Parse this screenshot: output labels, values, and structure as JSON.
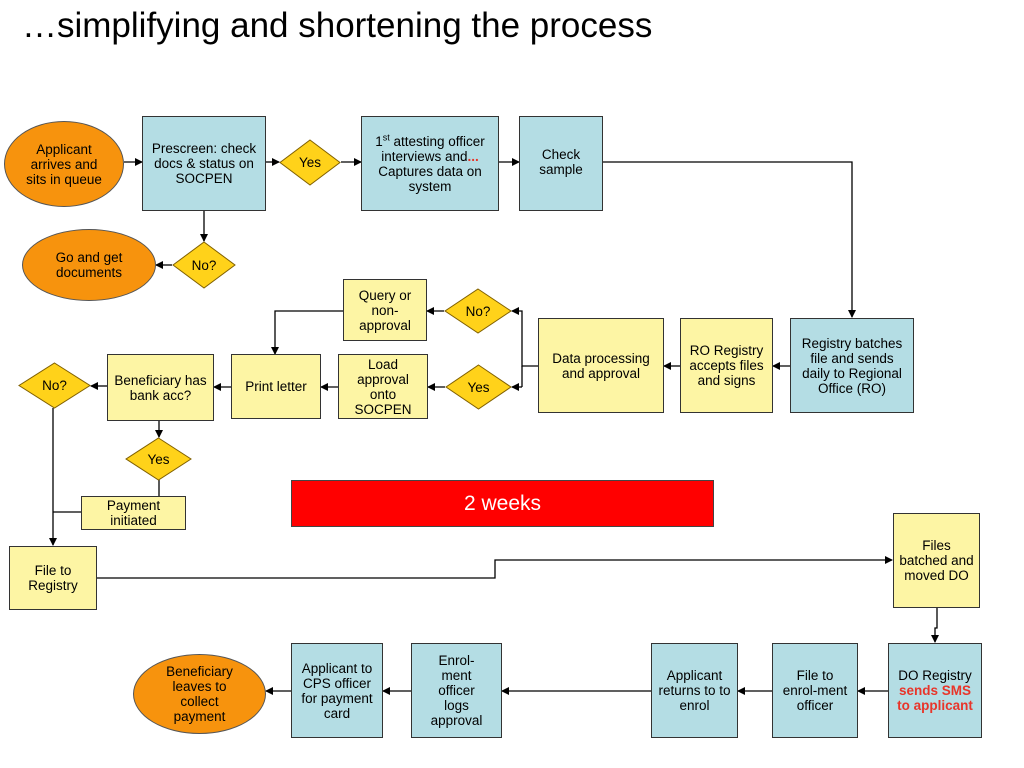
{
  "title": "…simplifying and shortening the process",
  "nodes": {
    "applicant_arrives": "Applicant arrives and sits in queue",
    "prescreen": "Prescreen: check docs & status on SOCPEN",
    "yes_1": "Yes",
    "first_attesting_sup": "st",
    "first_attesting_num": "1",
    "first_attesting_a": " attesting officer interviews and",
    "first_attesting_dots": "...",
    "first_attesting_b": "Captures data on system",
    "check_sample": "Check sample",
    "no_1": "No?",
    "go_get_docs": "Go and get documents",
    "query": "Query or non-approval",
    "no_2": "No?",
    "data_processing": "Data processing and approval",
    "ro_registry": "RO Registry accepts files and signs",
    "registry_batches": "Registry batches file and sends daily to Regional Office (RO)",
    "print_letter": "Print letter",
    "load_approval": "Load approval onto SOCPEN",
    "yes_2": "Yes",
    "beneficiary_bank": "Beneficiary has bank acc?",
    "no_3": "No?",
    "yes_3": "Yes",
    "payment_initiated": "Payment initiated",
    "two_weeks": "2 weeks",
    "file_to_registry": "File to Registry",
    "files_batched": "Files batched and moved DO",
    "do_registry_a": "DO Registry",
    "do_registry_b": "sends SMS to applicant",
    "file_enrol": "File to enrol-ment officer",
    "applicant_returns": "Applicant returns to to enrol",
    "enrolment_logs": "Enrol-ment officer logs approval",
    "applicant_cps": "Applicant to CPS officer for payment card",
    "beneficiary_leaves": "Beneficiary leaves to collect payment"
  },
  "colors": {
    "process_blue": "#b4dde4",
    "process_yellow": "#fdf5a4",
    "terminal_orange": "#f7930d",
    "decision_gold": "#ffd21a",
    "bar_red": "#ff0000"
  }
}
